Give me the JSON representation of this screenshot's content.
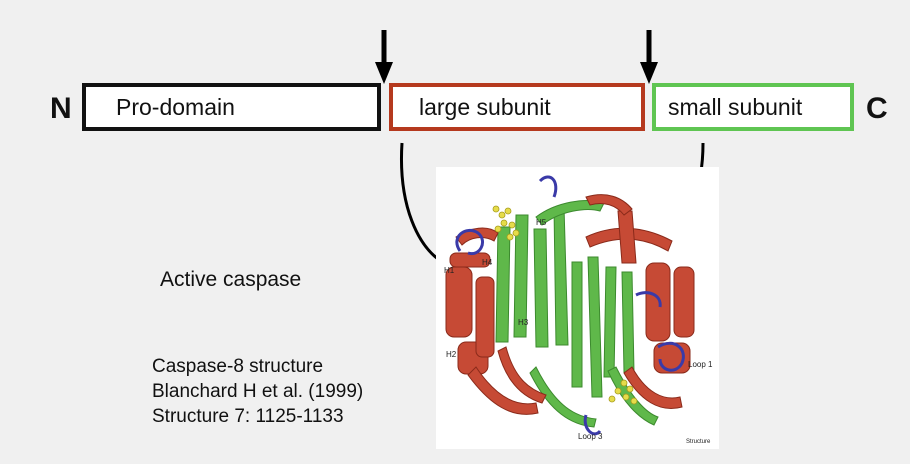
{
  "diagram": {
    "n_terminus": "N",
    "c_terminus": "C",
    "domains": [
      {
        "id": "prodomain",
        "label": "Pro-domain",
        "color": "#111111"
      },
      {
        "id": "large",
        "label": "large subunit",
        "color": "#b5391e"
      },
      {
        "id": "small",
        "label": "small subunit",
        "color": "#5fc552"
      }
    ],
    "active_label": "Active caspase",
    "citation": {
      "line1": "Caspase-8 structure",
      "line2": "Blanchard H et al. (1999)",
      "line3": "Structure 7: 1125-1133"
    },
    "structure": {
      "labels": {
        "h5": "H5",
        "h4": "H4",
        "h1": "H1",
        "h3": "H3",
        "h2": "H2",
        "loop1": "Loop 1",
        "loop3": "Loop 3",
        "credit": "Structure"
      }
    }
  }
}
